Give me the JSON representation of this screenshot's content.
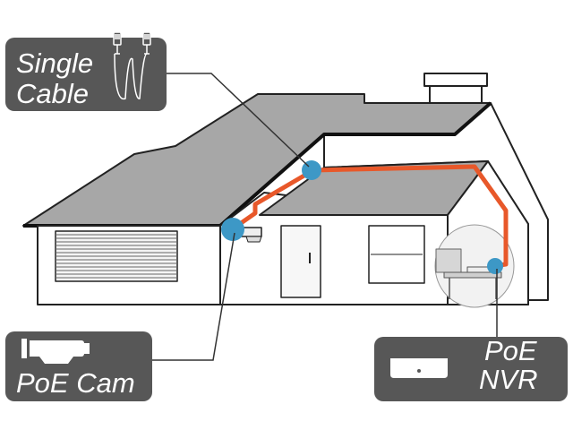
{
  "labels": {
    "cable_line1": "Single",
    "cable_line2": "Cable",
    "cam": "PoE Cam",
    "nvr_line1": "PoE",
    "nvr_line2": "NVR"
  },
  "icons": {
    "cable": "cable-connectors-icon",
    "cam": "security-camera-icon",
    "nvr": "nvr-box-icon"
  },
  "colors": {
    "cable": "#e8582a",
    "connection_point": "#3d98c6",
    "callout_box": "#575757",
    "roof": "#a7a7a7",
    "outline": "#222222"
  }
}
